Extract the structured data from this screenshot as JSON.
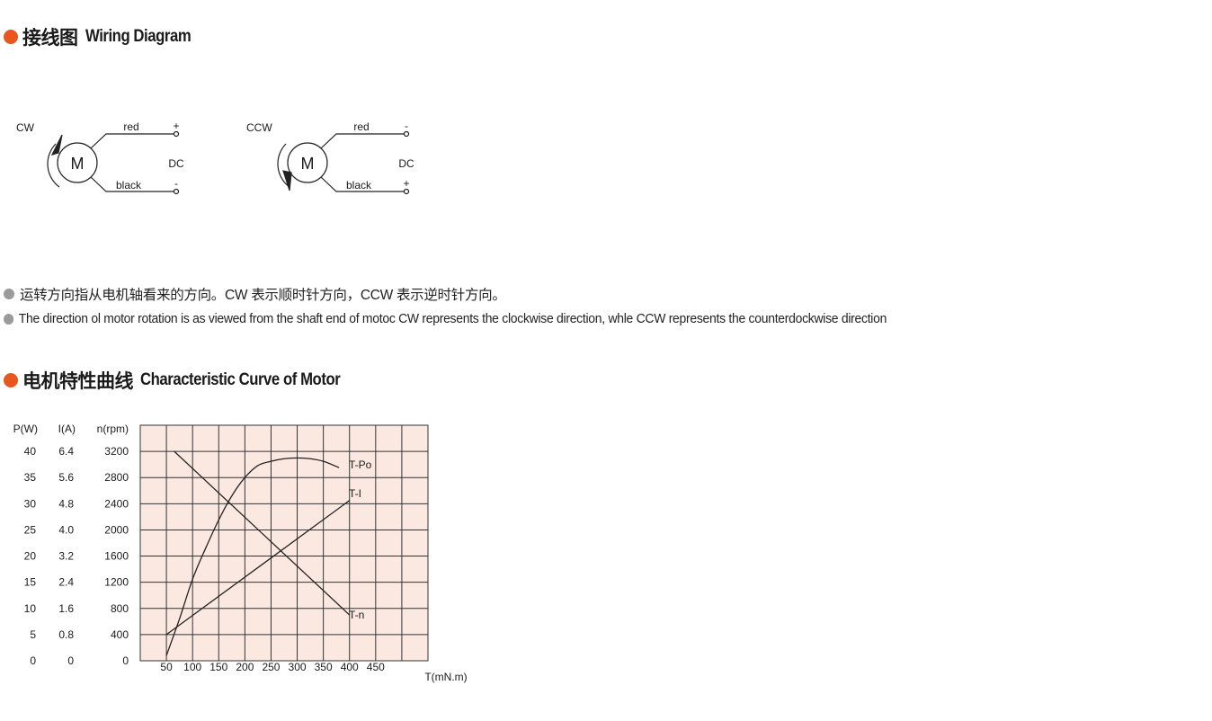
{
  "colors": {
    "accent": "#e8571e",
    "bullet_gray": "#9a9a9a",
    "plot_bg": "#fbe9e1",
    "grid": "#333333"
  },
  "wiring": {
    "heading_cn": "接线图",
    "heading_en": "Wiring Diagram",
    "cw": {
      "label": "CW",
      "motor": "M",
      "top_wire": "red",
      "bottom_wire": "black",
      "top_sign": "+",
      "bottom_sign": "-",
      "supply": "DC"
    },
    "ccw": {
      "label": "CCW",
      "motor": "M",
      "top_wire": "red",
      "bottom_wire": "black",
      "top_sign": "-",
      "bottom_sign": "+",
      "supply": "DC"
    }
  },
  "notes": [
    "运转方向指从电机轴看来的方向。CW 表示顺时针方向，CCW 表示逆时针方向。",
    "The direction ol motor rotation is as viewed from the shaft end of motoc CW represents the clockwise direction, whle CCW represents the counterdockwise direction"
  ],
  "curve": {
    "heading_cn": "电机特性曲线",
    "heading_en": "Characteristic Curve of Motor"
  },
  "chart_data": {
    "type": "line",
    "title": "Characteristic Curve of Motor",
    "xlabel": "T(mN.m)",
    "x_ticks": [
      "50",
      "100",
      "150",
      "200",
      "250",
      "300",
      "350",
      "400",
      "450"
    ],
    "xlim": [
      0,
      550
    ],
    "y_axes": [
      {
        "label": "P(W)",
        "ticks": [
          "0",
          "5",
          "10",
          "15",
          "20",
          "25",
          "30",
          "35",
          "40"
        ],
        "ylim": [
          0,
          45
        ]
      },
      {
        "label": "I(A)",
        "ticks": [
          "0",
          "0.8",
          "1.6",
          "2.4",
          "3.2",
          "4.0",
          "4.8",
          "5.6",
          "6.4"
        ],
        "ylim": [
          0,
          7.2
        ]
      },
      {
        "label": "n(rpm)",
        "ticks": [
          "0",
          "400",
          "800",
          "1200",
          "1600",
          "2000",
          "2400",
          "2800",
          "3200"
        ],
        "ylim": [
          0,
          3600
        ]
      }
    ],
    "grid": true,
    "series": [
      {
        "name": "T-Po",
        "axis": 0,
        "x": [
          50,
          75,
          100,
          125,
          150,
          175,
          200,
          225,
          250,
          275,
          300,
          325,
          350,
          380
        ],
        "y": [
          1,
          8,
          15.6,
          21.5,
          26.9,
          31.5,
          35,
          37.3,
          38.1,
          38.6,
          38.75,
          38.6,
          38.1,
          36.9
        ]
      },
      {
        "name": "T-I",
        "axis": 1,
        "x": [
          50,
          400
        ],
        "y": [
          0.8,
          4.9
        ]
      },
      {
        "name": "T-n",
        "axis": 2,
        "x": [
          65,
          400
        ],
        "y": [
          3200,
          700
        ]
      }
    ]
  }
}
